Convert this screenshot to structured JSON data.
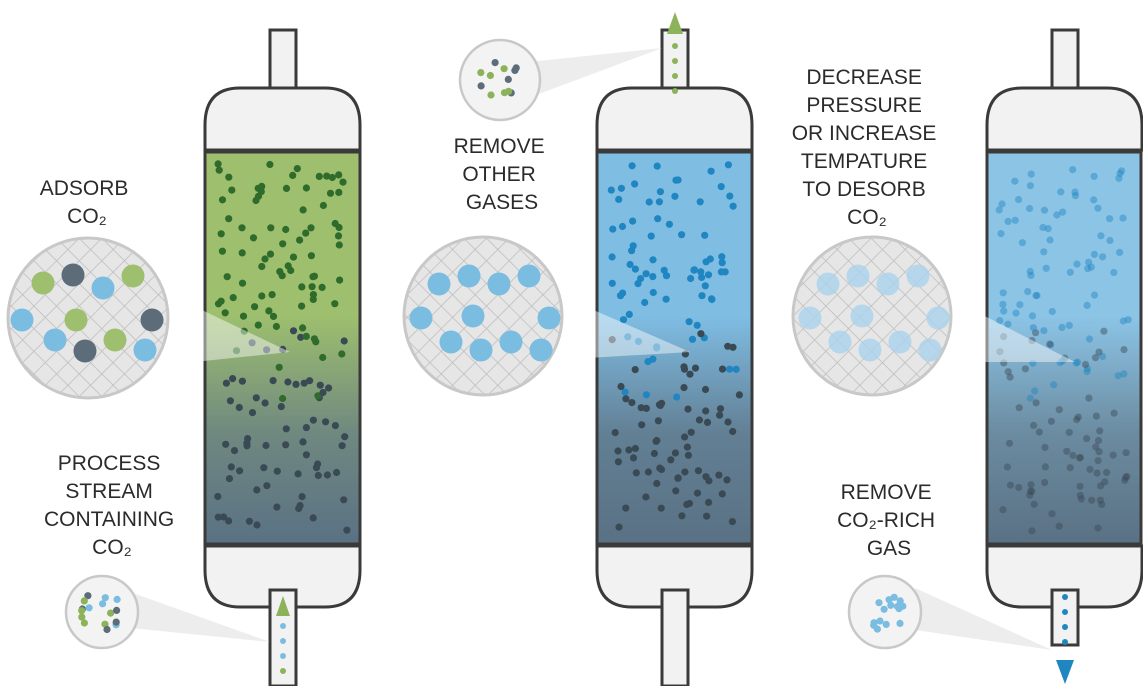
{
  "steps": [
    {
      "label_lines": [
        "ADSORB",
        "CO₂"
      ],
      "bottom_label_lines": [
        "PROCESS",
        "STREAM",
        "CONTAINING",
        "CO₂"
      ]
    },
    {
      "label_lines": [
        "REMOVE",
        "OTHER",
        "GASES"
      ]
    },
    {
      "label_lines": [
        "DECREASE",
        "PRESSURE",
        "OR INCREASE",
        "TEMPATURE",
        "TO DESORB",
        "CO₂"
      ],
      "bottom_label_lines": [
        "REMOVE",
        "CO₂-RICH",
        "GAS"
      ]
    }
  ],
  "colors": {
    "green": "#9dbf6e",
    "green_dot": "#2f6b2b",
    "blue": "#7fbde3",
    "blue_dot": "#1f86c2",
    "slate": "#5a7184",
    "slate_dot": "#3a4a55",
    "light_blue_particle": "#7bbde0",
    "grey_particle": "#5c6c78",
    "shell": "#f2f2f2",
    "outline": "#3a3a3a"
  },
  "icons": {
    "arrow_up_inlet": "arrow-up-icon",
    "arrow_up_outlet": "arrow-up-icon",
    "arrow_down_outlet": "arrow-down-icon"
  }
}
